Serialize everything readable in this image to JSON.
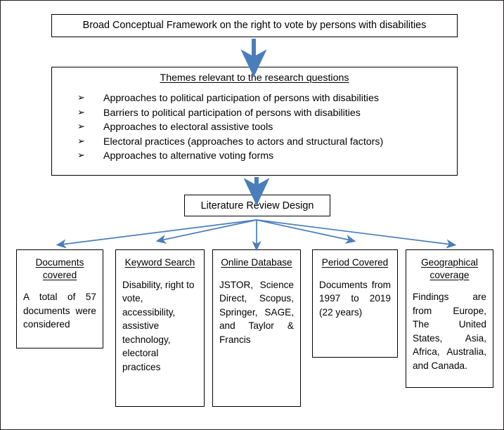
{
  "framework": {
    "title": "Broad Conceptual Framework on the right to vote by persons with disabilities"
  },
  "themes": {
    "title": "Themes relevant to the research questions",
    "bullet_marker": "➢",
    "items": [
      "Approaches to political participation of persons with disabilities",
      "Barriers to political participation of persons with disabilities",
      "Approaches to electoral assistive tools",
      "Electoral practices (approaches to actors and structural factors)",
      "Approaches to alternative voting forms"
    ]
  },
  "design": {
    "title": "Literature Review Design"
  },
  "leaves": [
    {
      "title": "Documents covered",
      "body": "A total of 57 documents were considered"
    },
    {
      "title": "Keyword Search",
      "body": "Disability, right to vote, accessibility, assistive technology, electoral practices"
    },
    {
      "title": "Online Database",
      "body": "JSTOR, Science Direct, Scopus, Springer, SAGE, and Taylor & Francis"
    },
    {
      "title": "Period Covered",
      "body": "Documents from 1997 to 2019 (22 years)"
    },
    {
      "title": "Geographical coverage",
      "body": "Findings are from Europe, The United States, Asia, Africa, Australia, and Canada."
    }
  ],
  "colors": {
    "arrow": "#4a7ebb",
    "box_border": "#000000",
    "canvas_border": "#231f20",
    "background": "#ffffff",
    "text": "#000000"
  }
}
